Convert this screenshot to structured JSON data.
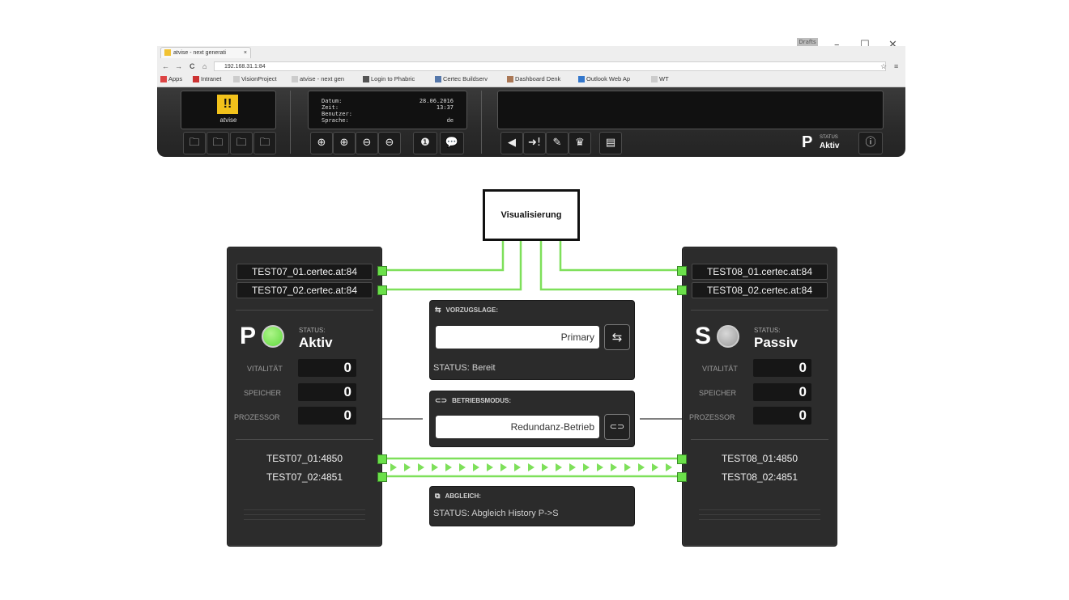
{
  "window": {
    "badge": "Drafts",
    "minimize": "–",
    "maximize": "☐",
    "close": "✕"
  },
  "browser": {
    "tab_title": "atvise - next generati",
    "tab_close": "×",
    "back": "←",
    "forward": "→",
    "reload": "C",
    "home": "⌂",
    "url": "192.168.31.1:84",
    "star": "☆",
    "menu": "≡",
    "bookmarks": [
      "Apps",
      "Intranet",
      "VisionProject",
      "atvise - next gen",
      "Login to Phabric",
      "Certec Buildserv",
      "Dashboard Denk",
      "Outlook Web Ap",
      "WT"
    ]
  },
  "app": {
    "logo_mark": "!!",
    "logo_text": "atvise",
    "info": {
      "rows": [
        {
          "label": "Datum:",
          "value": "28.06.2016"
        },
        {
          "label": "Zeit:",
          "value": "13:37"
        },
        {
          "label": "Benutzer:",
          "value": ""
        },
        {
          "label": "Sprache:",
          "value": "de"
        }
      ]
    },
    "status_letter": "P",
    "status_label": "STATUS",
    "status_value": "Aktiv",
    "buttons": {
      "file1": "🗀",
      "file2": "🗀",
      "file3": "🗀",
      "file4": "🗀",
      "zoom1": "⊕",
      "zoom2": "⊕",
      "zoom3": "⊖",
      "zoom4": "⊖",
      "alarm": "❶",
      "speech": "💬",
      "mute": "◀",
      "ack": "➜!",
      "list": "✎",
      "bell": "♛",
      "doc": "▤",
      "info": "ⓘ"
    }
  },
  "diagram": {
    "visualisierung": "Visualisierung",
    "left_server": {
      "hosts": [
        "TEST07_01.certec.at:84",
        "TEST07_02.certec.at:84"
      ],
      "letter": "P",
      "led_color": "#5fd93d",
      "status_label": "STATUS:",
      "status_value": "Aktiv",
      "metrics": [
        {
          "label": "VITALITÄT",
          "value": "0"
        },
        {
          "label": "SPEICHER",
          "value": "0"
        },
        {
          "label": "PROZESSOR",
          "value": "0"
        }
      ],
      "ports": [
        "TEST07_01:4850",
        "TEST07_02:4851"
      ]
    },
    "right_server": {
      "hosts": [
        "TEST08_01.certec.at:84",
        "TEST08_02.certec.at:84"
      ],
      "letter": "S",
      "led_color": "#9a9a9a",
      "status_label": "STATUS:",
      "status_value": "Passiv",
      "metrics": [
        {
          "label": "VITALITÄT",
          "value": "0"
        },
        {
          "label": "SPEICHER",
          "value": "0"
        },
        {
          "label": "PROZESSOR",
          "value": "0"
        }
      ],
      "ports": [
        "TEST08_01:4850",
        "TEST08_02:4851"
      ]
    },
    "vorzugslage": {
      "header": "VORZUGSLAGE:",
      "icon": "⇆",
      "field_value": "Primary",
      "button_icon": "⇆",
      "status": "STATUS: Bereit"
    },
    "betriebsmodus": {
      "header": "BETRIEBSMODUS:",
      "icon": "⊂⊃",
      "field_value": "Redundanz-Betrieb",
      "button_icon": "⊂⊃"
    },
    "abgleich": {
      "header": "ABGLEICH:",
      "icon": "⧉",
      "status": "STATUS: Abgleich History P->S"
    },
    "link_color": "#7ee05a"
  }
}
